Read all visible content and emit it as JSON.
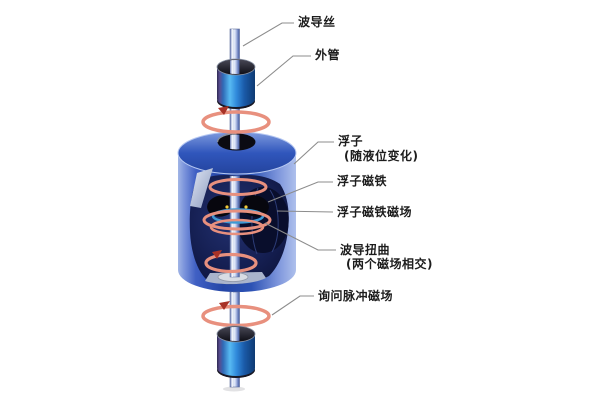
{
  "diagram": {
    "type": "magnetostrictive-level-sensor-cutaway",
    "labels": {
      "waveguide_wire": "波导丝",
      "outer_tube": "外管",
      "float": "浮子",
      "float_note": "(随液位变化)",
      "float_magnet": "浮子磁铁",
      "float_magnet_field": "浮子磁铁磁场",
      "waveguide_twist": "波导扭曲",
      "waveguide_twist_note": "(两个磁场相交)",
      "interrogation_pulse_field": "询问脉冲磁场"
    },
    "colors": {
      "tube_blue": "#2f88da",
      "float_blue": "#2c52b4",
      "interior_navy": "#131c4a",
      "ring_salmon": "#e8907e",
      "ring_blue": "#3e9ad4",
      "arrow_dark_red": "#a83226",
      "rod_light": "#eaf0fa",
      "leader_gray": "#8c8c8c",
      "label_text": "#1d1d1d",
      "bg": "#ffffff"
    }
  }
}
